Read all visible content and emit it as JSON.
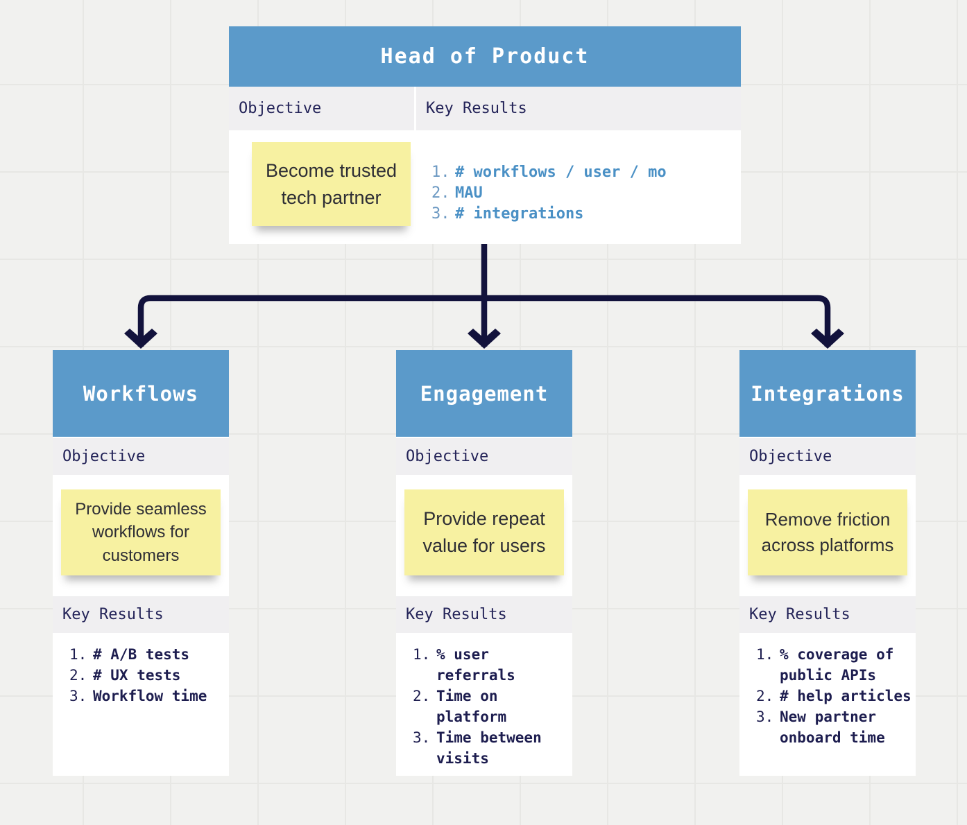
{
  "palette": {
    "header-blue": "#5b9aca",
    "card-white": "#ffffff",
    "band-gray": "#f0eff1",
    "page-bg": "#f1f1ef",
    "grid-line": "#e7e7e4",
    "navy-text": "#1d1d4f",
    "label-navy": "#232358",
    "arrow-navy": "#12123c",
    "kr-blue": "#4a90c5",
    "kr-blue-muted": "#6b98c2",
    "sticky-yellow": "#f7f1a1",
    "sticky-text": "#2e2e35"
  },
  "list_numbers": [
    "1.",
    "2.",
    "3."
  ],
  "root_card": {
    "title": "Head of Product",
    "objective_label": "Objective",
    "key_results_label": "Key Results",
    "objective_note": "Become trusted tech partner",
    "key_results": [
      "# workflows / user / mo",
      "MAU",
      "# integrations"
    ]
  },
  "child_cards": [
    {
      "title": "Workflows",
      "objective_label": "Objective",
      "key_results_label": "Key Results",
      "objective_note": "Provide seamless workflows for customers",
      "key_results": [
        "# A/B tests",
        "# UX tests",
        "Workflow time"
      ]
    },
    {
      "title": "Engagement",
      "objective_label": "Objective",
      "key_results_label": "Key Results",
      "objective_note": "Provide repeat value for users",
      "key_results": [
        "% user referrals",
        "Time on platform",
        "Time between visits"
      ]
    },
    {
      "title": "Integrations",
      "objective_label": "Objective",
      "key_results_label": "Key Results",
      "objective_note": "Remove friction across platforms",
      "key_results": [
        "% coverage of public APIs",
        "# help articles",
        "New partner onboard time"
      ]
    }
  ]
}
